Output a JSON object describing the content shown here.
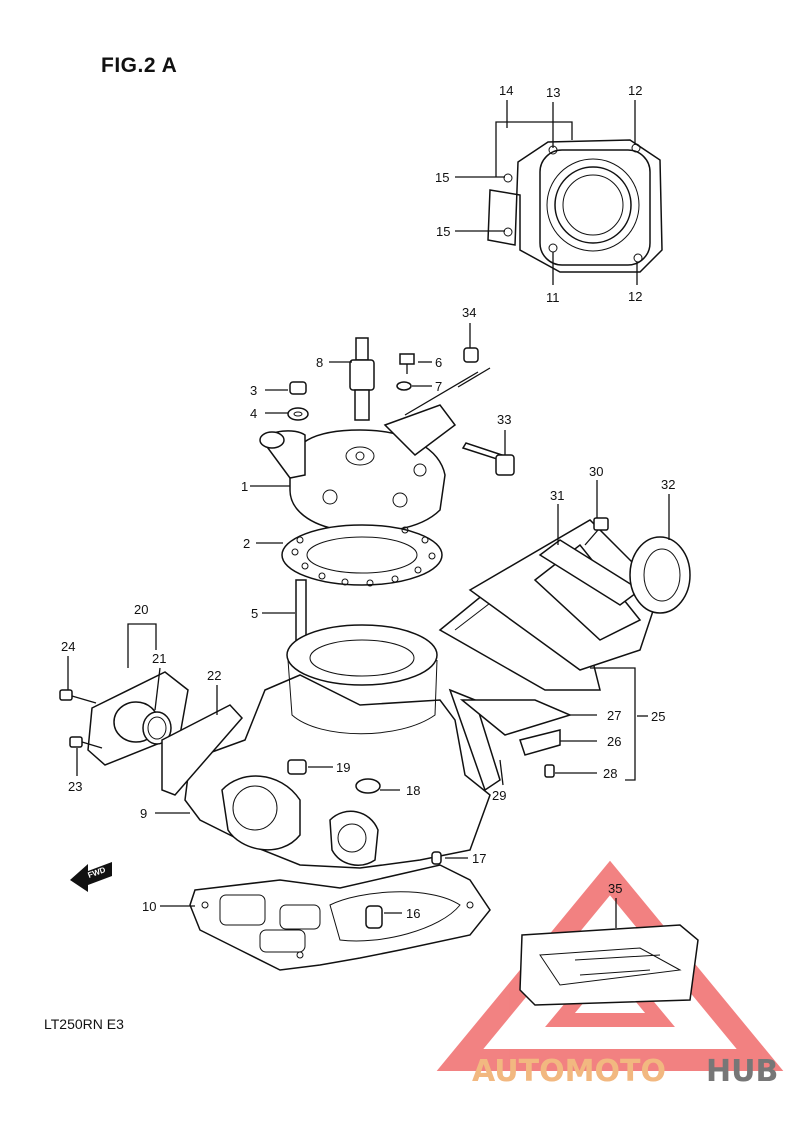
{
  "figure": {
    "title": "FIG.2 A",
    "model_code": "LT250RN E3"
  },
  "fwd_label": "FWD",
  "watermark": {
    "brand_part1": "AUTOMOTO",
    "brand_part2": "HUB",
    "color_primary": "#f06c6c",
    "color_accent": "#f2b880",
    "color_dark": "#666666"
  },
  "callouts": [
    "1",
    "2",
    "3",
    "4",
    "5",
    "6",
    "7",
    "8",
    "9",
    "10",
    "11",
    "12",
    "12",
    "13",
    "14",
    "15",
    "15",
    "16",
    "17",
    "18",
    "19",
    "20",
    "21",
    "22",
    "23",
    "24",
    "25",
    "26",
    "27",
    "28",
    "29",
    "30",
    "31",
    "32",
    "33",
    "34",
    "35"
  ]
}
